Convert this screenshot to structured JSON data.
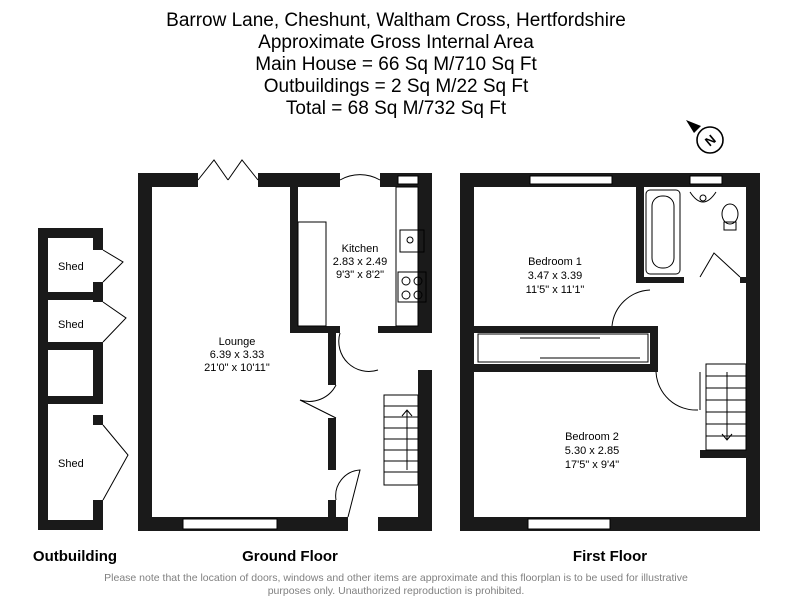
{
  "header": {
    "address": "Barrow Lane, Cheshunt, Waltham Cross, Hertfordshire",
    "area_title": "Approximate Gross Internal Area",
    "main_house": "Main House = 66 Sq M/710 Sq Ft",
    "outbuildings": "Outbuildings = 2 Sq M/22 Sq Ft",
    "total": "Total = 68 Sq M/732 Sq Ft"
  },
  "compass": {
    "icon": "north-arrow-icon",
    "letter": "N"
  },
  "rooms": {
    "kitchen": {
      "name": "Kitchen",
      "metric": "2.83 x 2.49",
      "imperial": "9'3\" x 8'2\""
    },
    "lounge": {
      "name": "Lounge",
      "metric": "6.39 x 3.33",
      "imperial": "21'0\" x 10'11\""
    },
    "bedroom1": {
      "name": "Bedroom 1",
      "metric": "3.47 x 3.39",
      "imperial": "11'5\" x 11'1\""
    },
    "bedroom2": {
      "name": "Bedroom 2",
      "metric": "5.30 x 2.85",
      "imperial": "17'5\" x 9'4\""
    }
  },
  "sheds": [
    "Shed",
    "Shed",
    "Shed"
  ],
  "floors": {
    "outbuilding": "Outbuilding",
    "ground": "Ground Floor",
    "first": "First Floor"
  },
  "disclaimer": {
    "line1": "Please note that the location of doors, windows and other items are approximate and this floorplan is to be used for illustrative",
    "line2": "purposes only. Unauthorized reproduction is prohibited."
  },
  "colors": {
    "wall": "#1a1a1a",
    "disclaimer": "#808080",
    "background": "#ffffff"
  }
}
